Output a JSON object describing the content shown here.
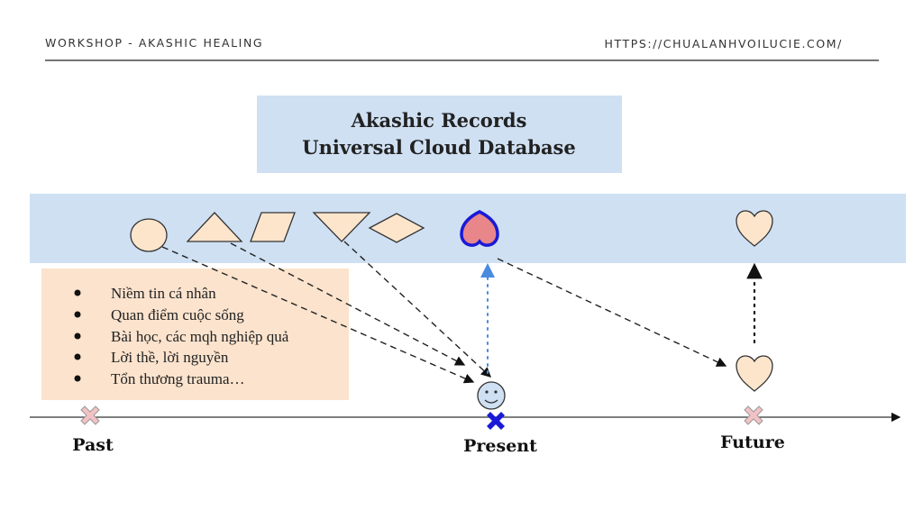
{
  "header": {
    "left": "WORKSHOP - AKASHIC HEALING",
    "right": "HTTPS://CHUALANHVOILUCIE.COM/"
  },
  "records_box": {
    "line1": "Akashic Records",
    "line2": "Universal Cloud Database"
  },
  "beliefs": [
    "Niềm tin cá nhân",
    "Quan điểm cuộc sống",
    "Bài học, các mqh nghiệp quả",
    "Lời thề, lời nguyền",
    "Tổn thương trauma…"
  ],
  "timeline": {
    "past": "Past",
    "present": "Present",
    "future": "Future"
  },
  "colors": {
    "cloud_band": "#cfe0f3",
    "beliefs_box": "#fbe3cd",
    "shape_fill": "#fde5cc",
    "present_heart": "#e8868a",
    "present_heart_stroke": "#1a1ad6",
    "blue_arrow": "#4a8be0",
    "pink_x": "#f2c2c4"
  }
}
